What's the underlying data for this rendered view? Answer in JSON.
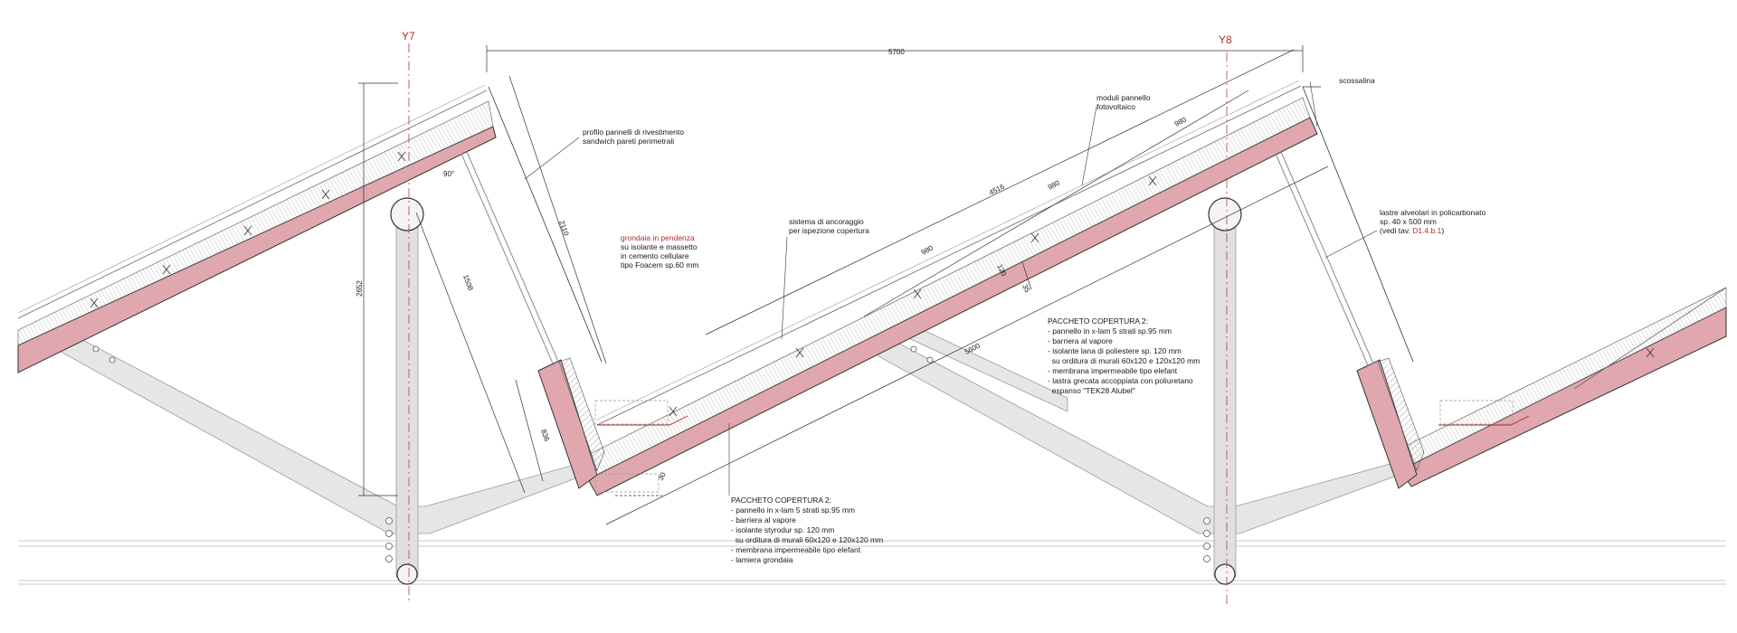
{
  "axes": {
    "left": "Y7",
    "right": "Y8"
  },
  "dimensions": {
    "overall_span": "5700",
    "d2110": "2110",
    "d2652": "2652",
    "d1508": "1508",
    "d836": "836",
    "d4516": "4516",
    "d980_a": "980",
    "d980_b": "980",
    "d980_c": "980",
    "d5600": "5600",
    "d120": "120",
    "d35": "35",
    "d30": "30",
    "angle90": "90°"
  },
  "notes": {
    "scossalina": "scossalina",
    "moduli": [
      "moduli pannello",
      "fotovoltaico"
    ],
    "profilo": [
      "profilo pannelli di rivestimento",
      "sandwich pareti perimetrali"
    ],
    "grondaia": {
      "title": "grondaia in pendenza",
      "lines": [
        "su isolante e massetto",
        "in cemento cellulare",
        "tipo Foacem sp.60 mm"
      ]
    },
    "ancoraggio": [
      "sistema di ancoraggio",
      "per ispezione copertura"
    ],
    "lastre": {
      "lines": [
        "lastre alveolari in policarbonato",
        "sp. 40 x 500 mm"
      ],
      "ref_prefix": "(vedi tav. ",
      "ref": "D1.4.b.1",
      "ref_suffix": ")"
    },
    "pacchetto_a": {
      "title": "PACCHETO COPERTURA 2:",
      "lines": [
        "- pannello in x-lam 5 strati sp.95 mm",
        "- barriera al vapore",
        "- isolante lana di poliestere sp. 120 mm",
        "  su orditura di murali 60x120 e 120x120 mm",
        "- membrana impermeabile tipo elefant",
        "- lastra grecata accoppiata con poliuretano",
        "  espanso \"TEK28 Alubel\""
      ]
    },
    "pacchetto_b": {
      "title": "PACCHETO COPERTURA 2:",
      "lines": [
        "- pannello in x-lam 5 strati sp.95 mm",
        "- barriera al vapore",
        "- isolante styrodur sp. 120 mm",
        "  su orditura di murali 60x120 e 120x120 mm",
        "- membrana impermeabile tipo elefant",
        "- lamiera grondaia"
      ]
    }
  },
  "colors": {
    "xlam": "#e0a7ae",
    "axis": "#b02a2a",
    "structure": "#e4e4e4",
    "hatch": "#8c8c8c",
    "line": "#1a1a1a"
  }
}
